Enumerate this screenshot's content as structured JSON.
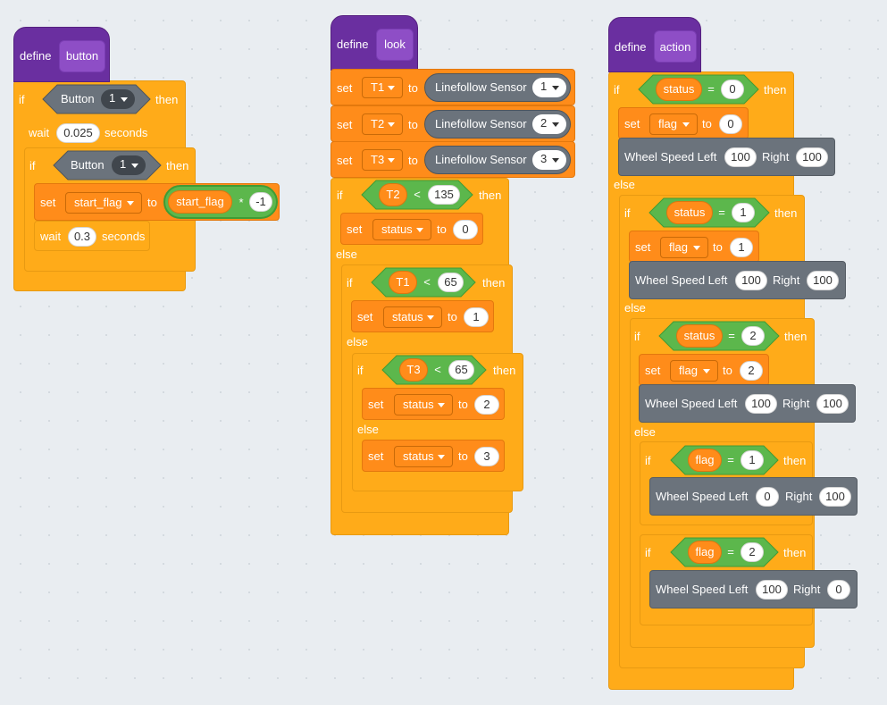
{
  "keywords": {
    "define": "define",
    "if": "if",
    "then": "then",
    "else": "else",
    "set": "set",
    "to": "to",
    "wait": "wait",
    "seconds": "seconds"
  },
  "ops": {
    "eq": "=",
    "lt": "<",
    "mul": "*"
  },
  "colors": {
    "background": "#e9edf1",
    "control": "#ffab19",
    "variables": "#ff8c1a",
    "define_hat": "#6a2fa0",
    "operators": "#5cb74c",
    "sensing": "#6b737c"
  },
  "button_script": {
    "name": "button",
    "if1_sensor": "Button",
    "if1_value": "1",
    "wait1": "0.025",
    "if2_sensor": "Button",
    "if2_value": "1",
    "set_var": "start_flag",
    "set_rep": "start_flag",
    "set_mul": "-1",
    "wait2": "0.3"
  },
  "look_script": {
    "name": "look",
    "sets": [
      {
        "var": "T1",
        "sensor": "Linefollow Sensor",
        "value": "1"
      },
      {
        "var": "T2",
        "sensor": "Linefollow Sensor",
        "value": "2"
      },
      {
        "var": "T3",
        "sensor": "Linefollow Sensor",
        "value": "3"
      }
    ],
    "cond1": {
      "var": "T2",
      "value": "135"
    },
    "set1": {
      "var": "status",
      "value": "0"
    },
    "cond2": {
      "var": "T1",
      "value": "65"
    },
    "set2": {
      "var": "status",
      "value": "1"
    },
    "cond3": {
      "var": "T3",
      "value": "65"
    },
    "set3": {
      "var": "status",
      "value": "2"
    },
    "set4": {
      "var": "status",
      "value": "3"
    }
  },
  "action_script": {
    "name": "action",
    "wheel_label": "Wheel Speed Left",
    "right_label": "Right",
    "c1": {
      "var": "status",
      "value": "0"
    },
    "s1": {
      "var": "flag",
      "value": "0"
    },
    "w1": {
      "left": "100",
      "right": "100"
    },
    "c2": {
      "var": "status",
      "value": "1"
    },
    "s2": {
      "var": "flag",
      "value": "1"
    },
    "w2": {
      "left": "100",
      "right": "100"
    },
    "c3": {
      "var": "status",
      "value": "2"
    },
    "s3": {
      "var": "flag",
      "value": "2"
    },
    "w3": {
      "left": "100",
      "right": "100"
    },
    "c4": {
      "var": "flag",
      "value": "1"
    },
    "w4": {
      "left": "0",
      "right": "100"
    },
    "c5": {
      "var": "flag",
      "value": "2"
    },
    "w5": {
      "left": "100",
      "right": "0"
    }
  }
}
